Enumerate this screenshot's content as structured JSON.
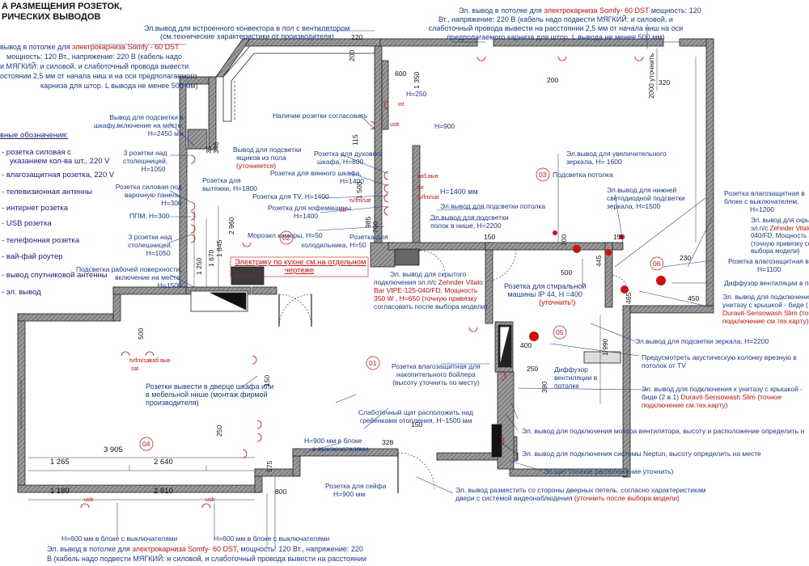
{
  "title": {
    "line1": "А РАЗМЕЩЕНИЯ РОЗЕТОК,",
    "line2": "РИЧЕСКИХ ВЫВОДОВ"
  },
  "legend": {
    "heading": "вные обозначения:",
    "items": [
      "- розетка силовая с",
      "указанием кол-ва шт., 220 V",
      "- влагозащитная розетка, 220 V",
      "- телевизионная антенны",
      "- интернет розетка",
      "- USB розетка",
      "- телефонная розетка",
      "- вай-фай роутер",
      "- вывод спутниковой антенны",
      "- эл. вывод"
    ]
  },
  "top_left": {
    "l1a": "вывод в потолке для ",
    "l1b": "электрокарниза Somfy - 60 DST",
    "l2": "мощность: 120 Вт., напряжение: 220 В (кабель надо",
    "l3": "и МЯГКИЙ: и силовой, и слаботочный провода вывести",
    "l4": "остоянии 2,5 мм от начала ниш и на оси предполагаемого",
    "l5": "карниза для штор. L вывода не менее 500 мм)"
  },
  "top_center": {
    "l1": "Эл.вывод для встроенного конвектора в пол с вентилятором",
    "l2": "(см.технические характеристики от производителя)",
    "d1": "220"
  },
  "top_right": {
    "l1a": "Эл. вывод в потолке для ",
    "l1b": "электрокарниза Somfy- 60 DST",
    "l1c": " мощность: 120",
    "l2": "Вт., напряжение: 220 В (кабель надо подвести МЯГКИЙ: и силовой, и",
    "l3": "слаботочный провода вывести на расстоянии 2,5 мм от начала ниш на оси",
    "l4": "предполагаемого карниза для штор. L вывода не менее 500 мм)"
  },
  "labels": {
    "closet_light": "Вывод для подсветки в",
    "closet_light2": "шкафу,включение на месте,",
    "closet_light3": "H=2450 мм",
    "outlet_agreed": "Наличие розетки согласовать",
    "h250": "H=250",
    "h900": "H=900",
    "drawer_light": "Вывод для подсветки",
    "drawer_light2": "ящиков из пола",
    "drawer_light3": "(уточняется)",
    "three_over1": "3 розетки над",
    "three_over1b": "столешницей,",
    "three_over1c": "H=1050",
    "hood": "Розетка для",
    "hood2": "вытяжки, H=1800",
    "cooktop": "Розетка силовая под",
    "cooktop2": "варочную панель,",
    "cooktop3": "H=300",
    "dishwasher": "ППМ, H=300",
    "three_over2": "3 розетки над",
    "three_over2b": "столешницей,",
    "three_over2c": "H=1050",
    "worklight": "Подсветка рабочей поверхности,",
    "worklight2": "включение на месте,",
    "worklight3": "H=1500",
    "oven": "Розетка для духового",
    "oven2": "шкафа, H=800",
    "wine": "Розетка для винного шкафа,",
    "wine2": "H=1400",
    "tv": "Розетка для TV, H=1400",
    "coffee": "Розетка для кофемашины",
    "coffee2": "H=1400",
    "freezer": "Морозил.камеры, H=50",
    "fridge": "Розетка для",
    "fridge2": "холодильника, H=50",
    "h1400": "H=1400 мм",
    "ceil_light_a": "Эл.вывод для подсветки потолка",
    "shelf_light": "Эл.вывод для подсветки",
    "shelf_light2": "полок в нише, H=2200",
    "mag_mirror": "Эл.вывод для увеличительного",
    "mag_mirror2": "зеркала, H= 1600",
    "ceil_light_b": "Подсветка потолка",
    "mirror_led": "Эл.вывод для нижней",
    "mirror_led2": "светодиодной подсветки",
    "mirror_led3": "зеркала, H=1500",
    "wet_switch": "Розетка влагозащитная в",
    "wet_switch2": "блоке с выключателем,",
    "wet_switch3": "H=1200",
    "hidden_toilet": "Эл. вывод для скрытого подк",
    "hidden_toilet2a": "эл.п/с ",
    "hidden_toilet2b": "Zehnder Vitalo Bar VIPE",
    "hidden_toilet3": "040/FD, Мощность 350 W , H",
    "hidden_toilet4": "(точную привязку согласоват",
    "hidden_toilet5": "выбора модели)",
    "wet_block": "Розетка влагозащитная в бло",
    "wet_block2": "H=1100",
    "vent_diff": "Диффузор вентиляции в потолк",
    "toilet_lid": "Эл. вывод для подключения",
    "toilet_lid2": "унитазу с крышкой - биде (",
    "toilet_lid3": "Duravit-Sensowash Slim (то",
    "toilet_lid4": "подключение см.тех.карту)",
    "mirror_light": "Эл.вывод для подсветки зеркала, H=2200",
    "speaker": "Предусмотреть акустическую колонку врезную в",
    "speaker2": "потолок от TV",
    "bidet": "Эл. вывод для подключения к унитазу с крышкой -",
    "bidet2a": "биде (2 в 1) ",
    "bidet2b": "Duravit-Sensowash Slim",
    "bidet2c": " (точное",
    "bidet3": "подключение см.тех.карту)",
    "washer": "Розетка для стиральной",
    "washer2": "машины IP 44, H =400",
    "washer3": "(уточнить!)",
    "hidden_conn": "Эл. вывод для скрытого",
    "hidden_conn2": "подключения эл.п/с ",
    "hidden_conn2b": "Zehnder Vitalo",
    "hidden_conn3": "Bar VIPE-125-040/FD, Мощность",
    "hidden_conn4": "350 W , H=650 (точную привязку",
    "hidden_conn5": "согласовать после выбора модели)",
    "boiler": "Розетка влагозащитная для",
    "boiler2": "накопительного бойлера",
    "boiler3": "(высоту уточнить по месту)",
    "diffuser": "Диффузор",
    "diffuser2": "вентиляции в",
    "diffuser3": "потолке",
    "cabinet_out": "Розетки вывести в дверце шкафа или",
    "cabinet_out2": "в мебельной нише (монтаж фирмой",
    "cabinet_out3": "производителя)",
    "lowvolt": "Слаботочный щит расположить над",
    "lowvolt2": "гребенками отопления, H~1500 мм",
    "fan_motor": "Эл. вывод для подключения мотора вентилятора, высоту и расположение определить н",
    "neptun": "Эл. вывод для подключения системы Neptun, высоту определить на месте",
    "h900_block": "H=900 мм в блоке",
    "h900_block2": "с выключателями",
    "safe": "Розетка для сейфа",
    "safe2": "H=900 мм",
    "elpanel": "Эл.щит (точное расположение уточнить)",
    "door_video": "Эл. вывод разместить со стороны дверных петель, согласно характеристикам",
    "door_video2": "двери с системой видеонаблюдения ",
    "door_video2b": "(уточнить после выбора модели)",
    "h600a": "H=600 мм в блоке с выключателями",
    "h600b": "H=600 мм в блоке с выключателями",
    "bottom1a": "Эл. вывод в потолке для ",
    "bottom1b": "электрокарниза Somfy- 60 DST",
    "bottom1c": ", мощность: 120 Вт., напряжение: 220",
    "bottom2": "В (кабель надо подвести МЯГКИЙ: и силовой, и слаботочный провода вывести на расстоянии",
    "kitchen_note": "Электрику по кухне см.на отдельном",
    "kitchen_note2": "чертеже"
  },
  "rooms": [
    "01",
    "02",
    "03",
    "04",
    "05",
    "06"
  ],
  "dims": {
    "d600": "600",
    "d1350": "1 350",
    "d200a": "200",
    "d200b": "200",
    "d2000": "2000 уточнить",
    "d320": "320",
    "d35": "35",
    "d346": "346",
    "d1250": "1 250",
    "d1670": "1 670",
    "d1845": "1 845",
    "d2960": "2 960",
    "d1500": "1 500",
    "d985": "985",
    "d700": "700",
    "d115": "115",
    "d150a": "150",
    "d300": "300",
    "d500": "500",
    "d445": "445",
    "d465": "465",
    "d450": "450",
    "d230": "230",
    "d150b": "150",
    "d400": "400",
    "d250": "250",
    "d390": "390",
    "d1990": "1 990",
    "d150c": "150",
    "d500b": "500",
    "d575": "575",
    "d3905": "3 905",
    "d1265": "1 265",
    "d2640": "2 640",
    "d1180": "1 180",
    "d2810": "2 810",
    "d800": "800",
    "d328": "328",
    "d250b": "250",
    "d150d": "150"
  },
  "sym": {
    "usb": "usb",
    "int": "int",
    "tvfm": "tv/fm/sat",
    "kab": "каб.выв",
    "sat": "sat"
  }
}
